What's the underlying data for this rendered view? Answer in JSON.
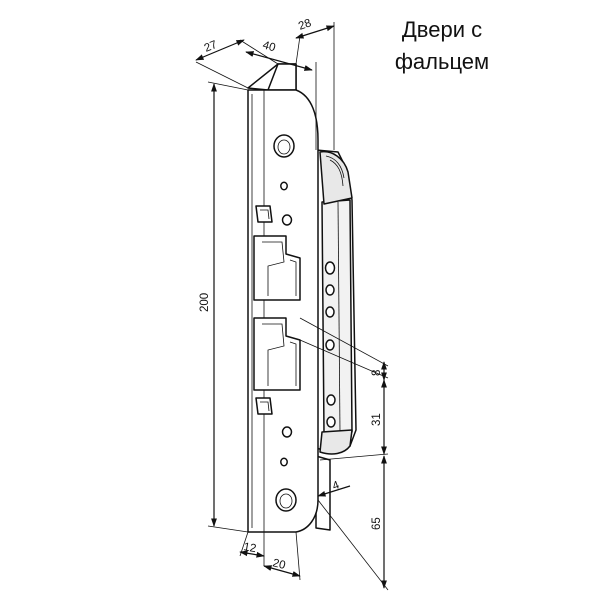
{
  "caption": {
    "line1": "Двери с",
    "line2": "фальцем"
  },
  "dimensions": {
    "d27": "27",
    "d40": "40",
    "d28": "28",
    "d200": "200",
    "d8": "8",
    "d31": "31",
    "d4": "4",
    "d65": "65",
    "d12": "12",
    "d20": "20"
  }
}
